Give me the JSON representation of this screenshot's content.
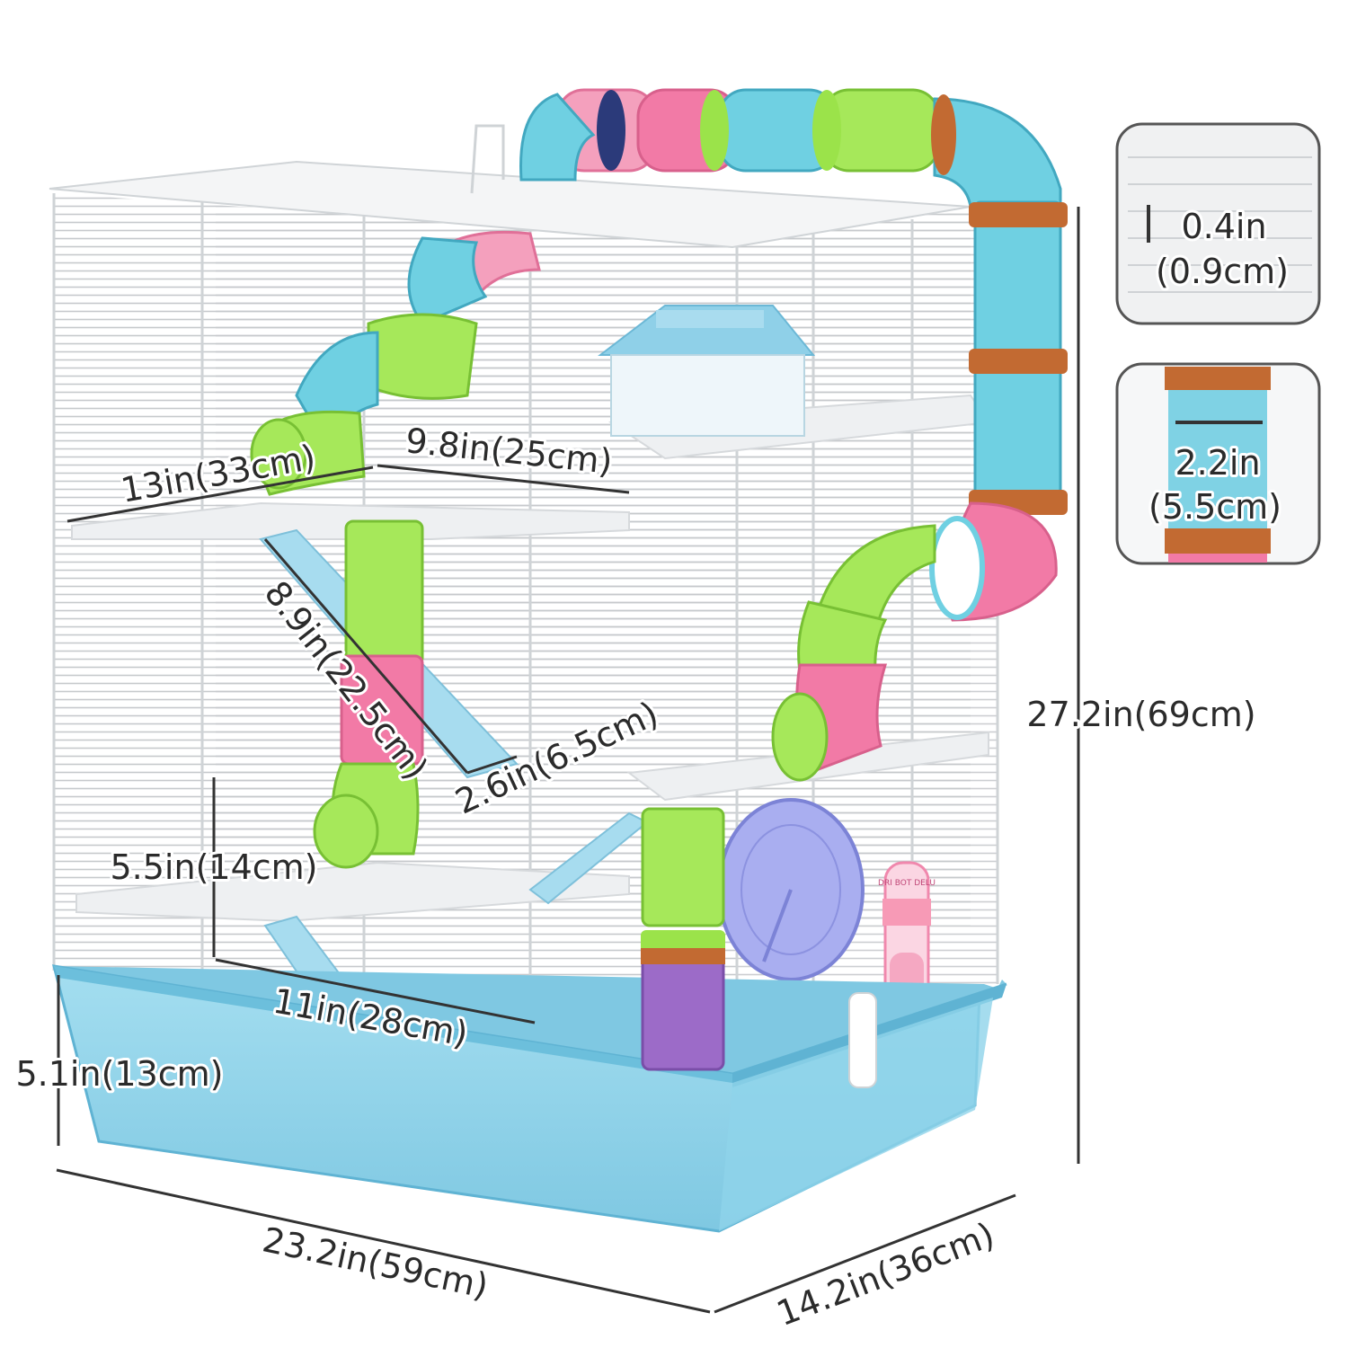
{
  "colors": {
    "tray": "#8fd3ea",
    "tray_dark": "#6cbfdc",
    "wire": "#ffffff",
    "wire_shadow": "#b8bcc0",
    "tube_blue": "#5cc8dc",
    "tube_pink": "#f27aa6",
    "tube_green": "#9be34a",
    "ring_orange": "#c26a32",
    "ring_navy": "#2b3a7a",
    "wheel": "#9aa0e8",
    "bottle": "#f79ab6",
    "dimension_line": "#333333",
    "inset_border": "#555555",
    "inset_bg": "#f2f2f2"
  },
  "dimensions": {
    "shelf_depth_top": "13in(33cm)",
    "shelf_width_top": "9.8in(25cm)",
    "ramp_length": "8.9in(22.5cm)",
    "ramp_width": "2.6in(6.5cm)",
    "floor_clearance": "5.5in(14cm)",
    "bottom_shelf_width": "11in(28cm)",
    "tray_height": "5.1in(13cm)",
    "overall_height": "27.2in(69cm)",
    "overall_width": "23.2in(59cm)",
    "overall_depth": "14.2in(36cm)"
  },
  "insets": {
    "bar_spacing_in": "0.4in",
    "bar_spacing_cm": "(0.9cm)",
    "tube_diameter_in": "2.2in",
    "tube_diameter_cm": "(5.5cm)"
  },
  "icons": {
    "bottle_label": "DRI BOT DELU"
  }
}
